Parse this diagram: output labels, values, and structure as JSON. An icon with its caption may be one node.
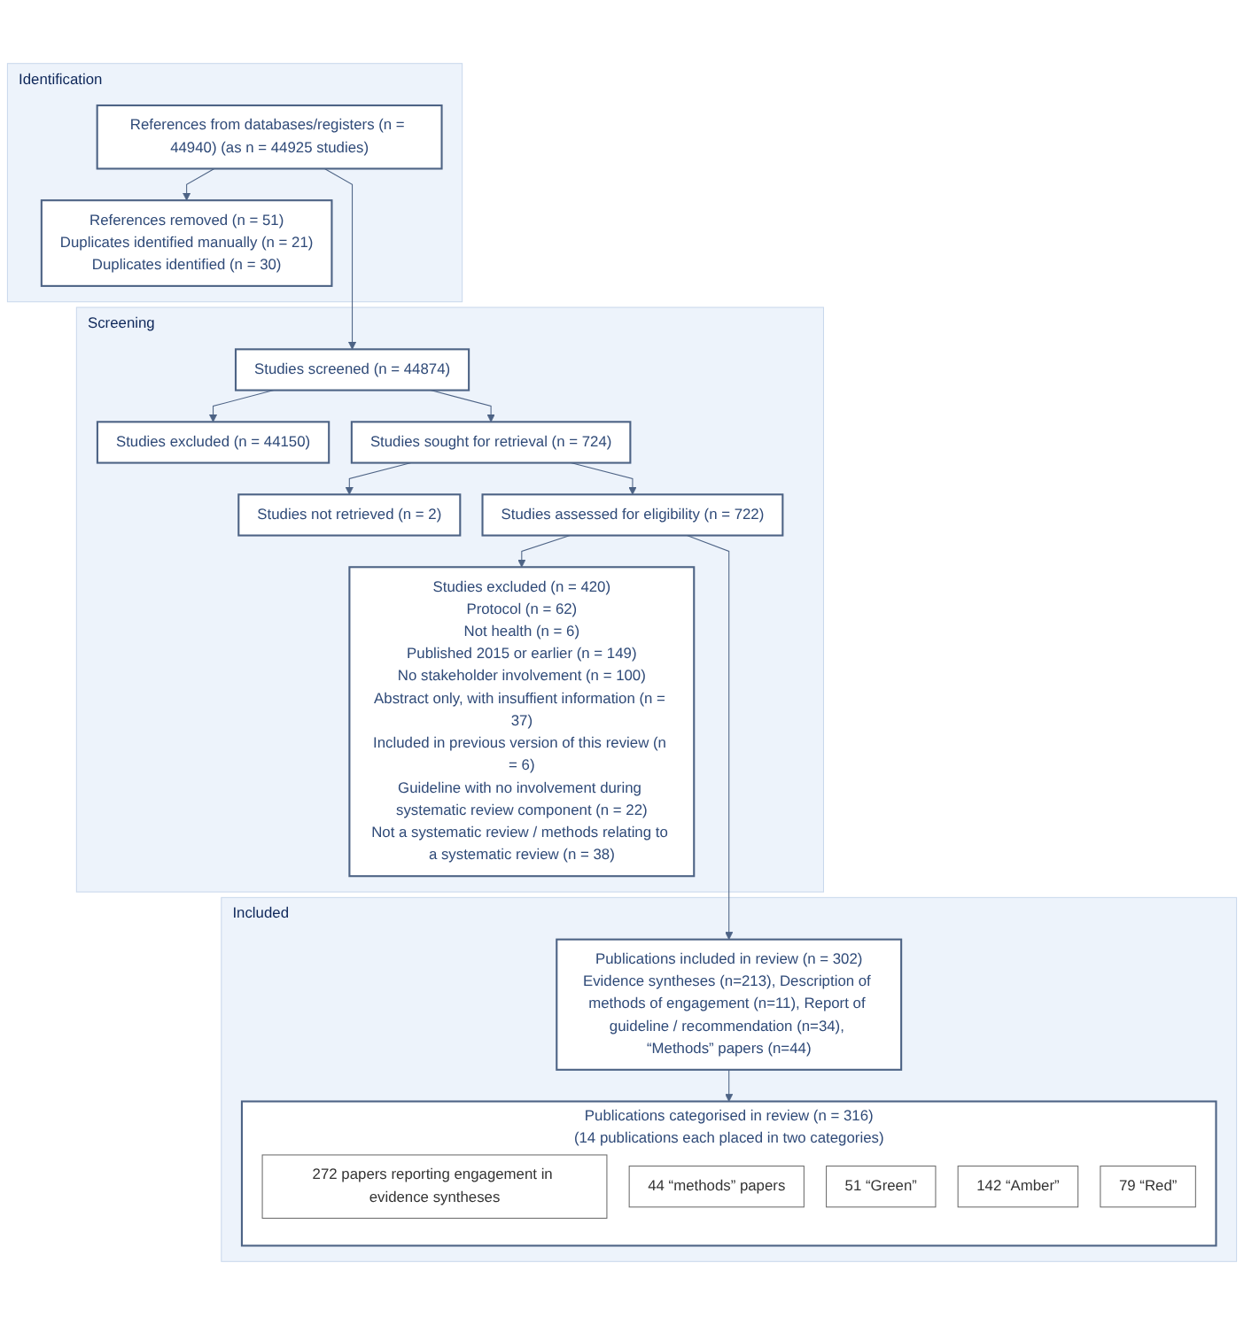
{
  "diagram": {
    "nodes": [
      {
        "text": [
          "Identification"
        ]
      },
      {
        "text": [
          "References from databases/registers (n = 44940) (as n = 44925 studies)"
        ],
        "in": 0
      },
      {
        "text": [
          "References removed (n = 51)",
          "Duplicates identified manually (n = 21)",
          "Duplicates identified (n = 30)"
        ],
        "in": 0
      },
      {
        "text": [
          "Screening"
        ]
      },
      {
        "text": [
          "Studies screened (n = 44874)"
        ],
        "in": 3
      },
      {
        "text": [
          "Studies excluded (n = 44150)"
        ],
        "in": 3
      },
      {
        "text": [
          "Studies sought for retrieval (n = 724)"
        ],
        "in": 3
      },
      {
        "text": [
          "Studies not retrieved (n = 2)"
        ],
        "in": 3
      },
      {
        "text": [
          "Studies assessed for eligibility (n = 722)"
        ],
        "in": 3
      },
      {
        "text": [
          "Studies excluded (n = 420)",
          "Protocol (n = 62)",
          "Not health (n = 6)",
          "Published 2015 or earlier (n = 149)",
          "No stakeholder involvement (n = 100)",
          "Abstract only, with insuffient information (n = 37)",
          "Included in previous version of this review (n = 6)",
          "Guideline with no involvement during systematic review component (n = 22)",
          "Not a systematic review / methods relating to a systematic review (n = 38)"
        ],
        "in": 3
      },
      {
        "text": [
          "Included"
        ]
      },
      {
        "text": [
          "Publications included in review (n = 302)",
          "Evidence syntheses (n=213), Description of methods of engagement (n=11), Report of guideline / recommendation (n=34), “Methods” papers (n=44)"
        ],
        "in": 10
      },
      {
        "text": [
          "Publications categorised in review (n = 316)",
          "(14 publications each placed in two categories)"
        ],
        "in": 10
      },
      {
        "text": [
          "272 papers reporting engagement in evidence syntheses"
        ],
        "in": 12
      },
      {
        "text": [
          "44 “methods” papers"
        ],
        "in": 12
      },
      {
        "text": [
          "51 “Green”"
        ],
        "in": 12
      },
      {
        "text": [
          "142 “Amber”"
        ],
        "in": 12
      },
      {
        "text": [
          "79 “Red”"
        ],
        "in": 12
      }
    ],
    "edges": [
      {
        "from": 1,
        "to": 4,
        "arrow": "to"
      },
      {
        "from": 1,
        "to": 2,
        "arrow": "to"
      },
      {
        "from": 4,
        "to": 5,
        "arrow": "to"
      },
      {
        "from": 4,
        "to": 6,
        "arrow": "to"
      },
      {
        "from": 6,
        "to": 7,
        "arrow": "to"
      },
      {
        "from": 6,
        "to": 8,
        "arrow": "to"
      },
      {
        "from": 8,
        "to": 9,
        "arrow": "to"
      },
      {
        "from": 8,
        "to": 11,
        "arrow": "to"
      },
      {
        "from": 11,
        "to": 12,
        "arrow": "to"
      }
    ]
  }
}
